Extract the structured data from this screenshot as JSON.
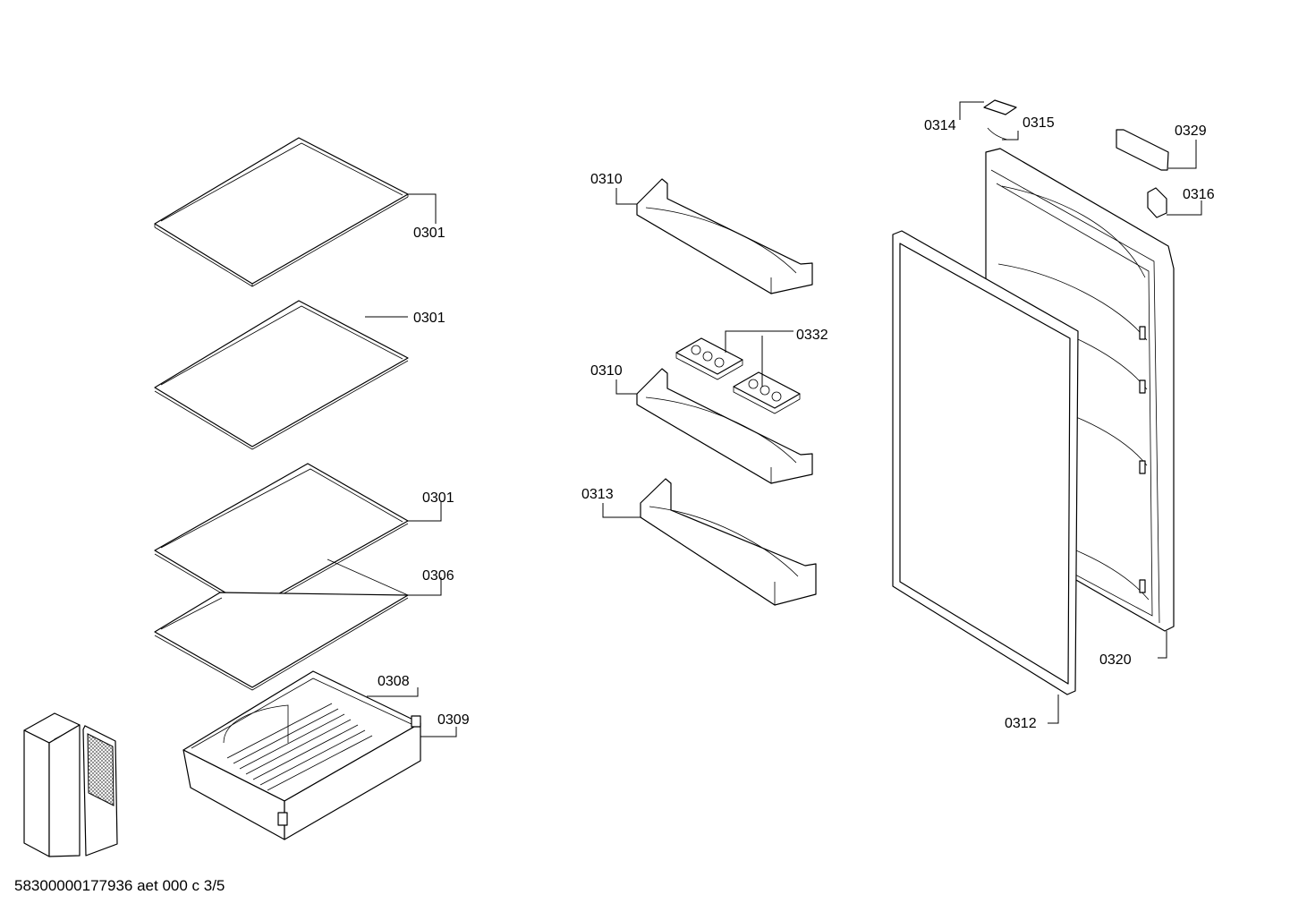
{
  "callouts": [
    {
      "id": "a",
      "label": "0301"
    },
    {
      "id": "b",
      "label": "0301"
    },
    {
      "id": "c",
      "label": "0301"
    },
    {
      "id": "d",
      "label": "0306"
    },
    {
      "id": "e",
      "label": "0308"
    },
    {
      "id": "f",
      "label": "0309"
    },
    {
      "id": "g",
      "label": "0310"
    },
    {
      "id": "h",
      "label": "0310"
    },
    {
      "id": "i",
      "label": "0332"
    },
    {
      "id": "j",
      "label": "0313"
    },
    {
      "id": "k",
      "label": "0314"
    },
    {
      "id": "l",
      "label": "0315"
    },
    {
      "id": "m",
      "label": "0329"
    },
    {
      "id": "n",
      "label": "0316"
    },
    {
      "id": "o",
      "label": "0320"
    },
    {
      "id": "p",
      "label": "0312"
    }
  ],
  "footer": {
    "document_code": "58300000177936 aet 000 c 3/5"
  }
}
